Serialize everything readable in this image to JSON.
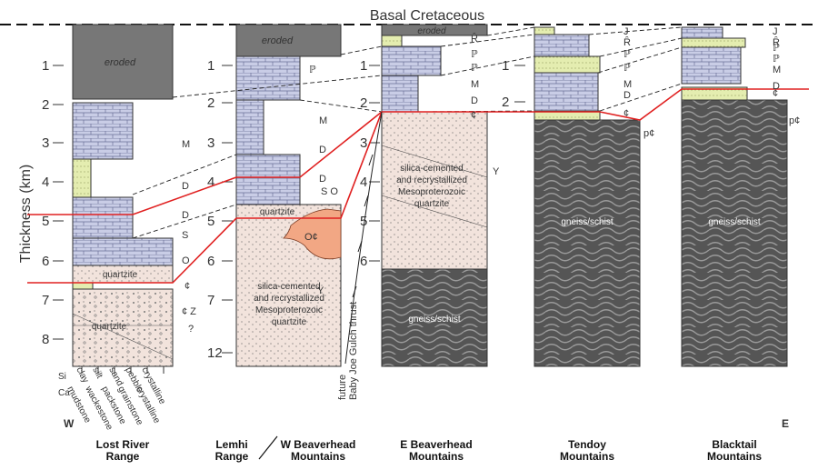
{
  "title": "Basal Cretaceous",
  "y_axis_label": "Thickness (km)",
  "direction": {
    "west": "W",
    "east": "E"
  },
  "scale_left": [
    "1",
    "2",
    "3",
    "4",
    "5",
    "6",
    "7",
    "8"
  ],
  "scale_lemhi": [
    "1",
    "2",
    "3",
    "4",
    "5",
    "6",
    "7",
    "12"
  ],
  "scale_ebeaverhead": [
    "1",
    "2",
    "3",
    "4",
    "5",
    "6"
  ],
  "scale_tendoy": [
    "1",
    "2"
  ],
  "lithology_legend": {
    "si_row_label": "Si",
    "ca_row_label": "Ca",
    "si_types": [
      "clay",
      "silt",
      "sand",
      "pebble",
      "crystalline"
    ],
    "ca_types": [
      "mudstone",
      "wackestone",
      "packstone",
      "grainstone",
      "crystalline"
    ]
  },
  "units": {
    "eroded": "eroded",
    "quartzite": "quartzite",
    "mesoproterozoic": [
      "silica-cemented",
      "and recrystallized",
      "Mesoproterozoic",
      "quartzite"
    ],
    "gneiss": "gneiss/schist"
  },
  "period_labels": {
    "lost_river": [
      "M",
      "D",
      "D",
      "S",
      "O",
      "¢",
      "¢ Z",
      "?"
    ],
    "lemhi": [
      "ℙ",
      "M",
      "D",
      "D",
      "S O",
      "O¢",
      "Y"
    ],
    "e_beaverhead": [
      "Ȓ",
      "ℙ",
      "ℙ",
      "M",
      "D",
      "¢",
      "Y"
    ],
    "tendoy": [
      "J",
      "Ȓ",
      "ℙ",
      "ℙ",
      "M",
      "D",
      "¢",
      "p¢"
    ],
    "blacktail": [
      "J",
      "Ȓ",
      "ℙ",
      "ℙ",
      "M",
      "D",
      "¢",
      "p¢"
    ]
  },
  "thrust_label": [
    "future",
    "Baby Joe Gulch thrust"
  ],
  "sections": [
    {
      "name": [
        "Lost River",
        "Range"
      ]
    },
    {
      "name": [
        "Lemhi",
        "Range"
      ]
    },
    {
      "name": [
        "W Beaverhead",
        "Mountains"
      ]
    },
    {
      "name": [
        "E Beaverhead",
        "Mountains"
      ]
    },
    {
      "name": [
        "Tendoy",
        "Mountains"
      ]
    },
    {
      "name": [
        "Blacktail",
        "Mountains"
      ]
    }
  ]
}
